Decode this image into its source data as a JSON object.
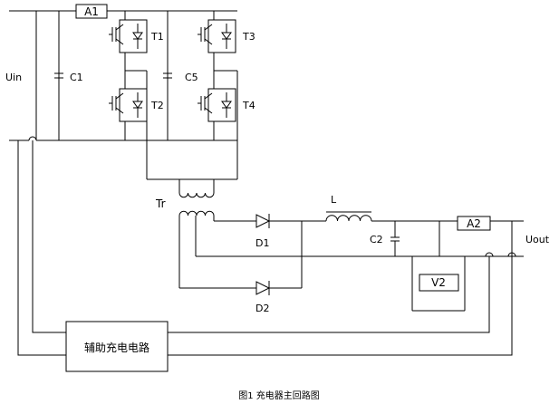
{
  "labels": {
    "uin": "Uin",
    "uout": "Uout",
    "a1": "A1",
    "a2": "A2",
    "v2": "V2",
    "c1": "C1",
    "c2": "C2",
    "c5": "C5",
    "t1": "T1",
    "t2": "T2",
    "t3": "T3",
    "t4": "T4",
    "tr": "Tr",
    "l": "L",
    "d1": "D1",
    "d2": "D2",
    "aux": "辅助充电电路"
  },
  "caption": "图1  充电器主回路图"
}
